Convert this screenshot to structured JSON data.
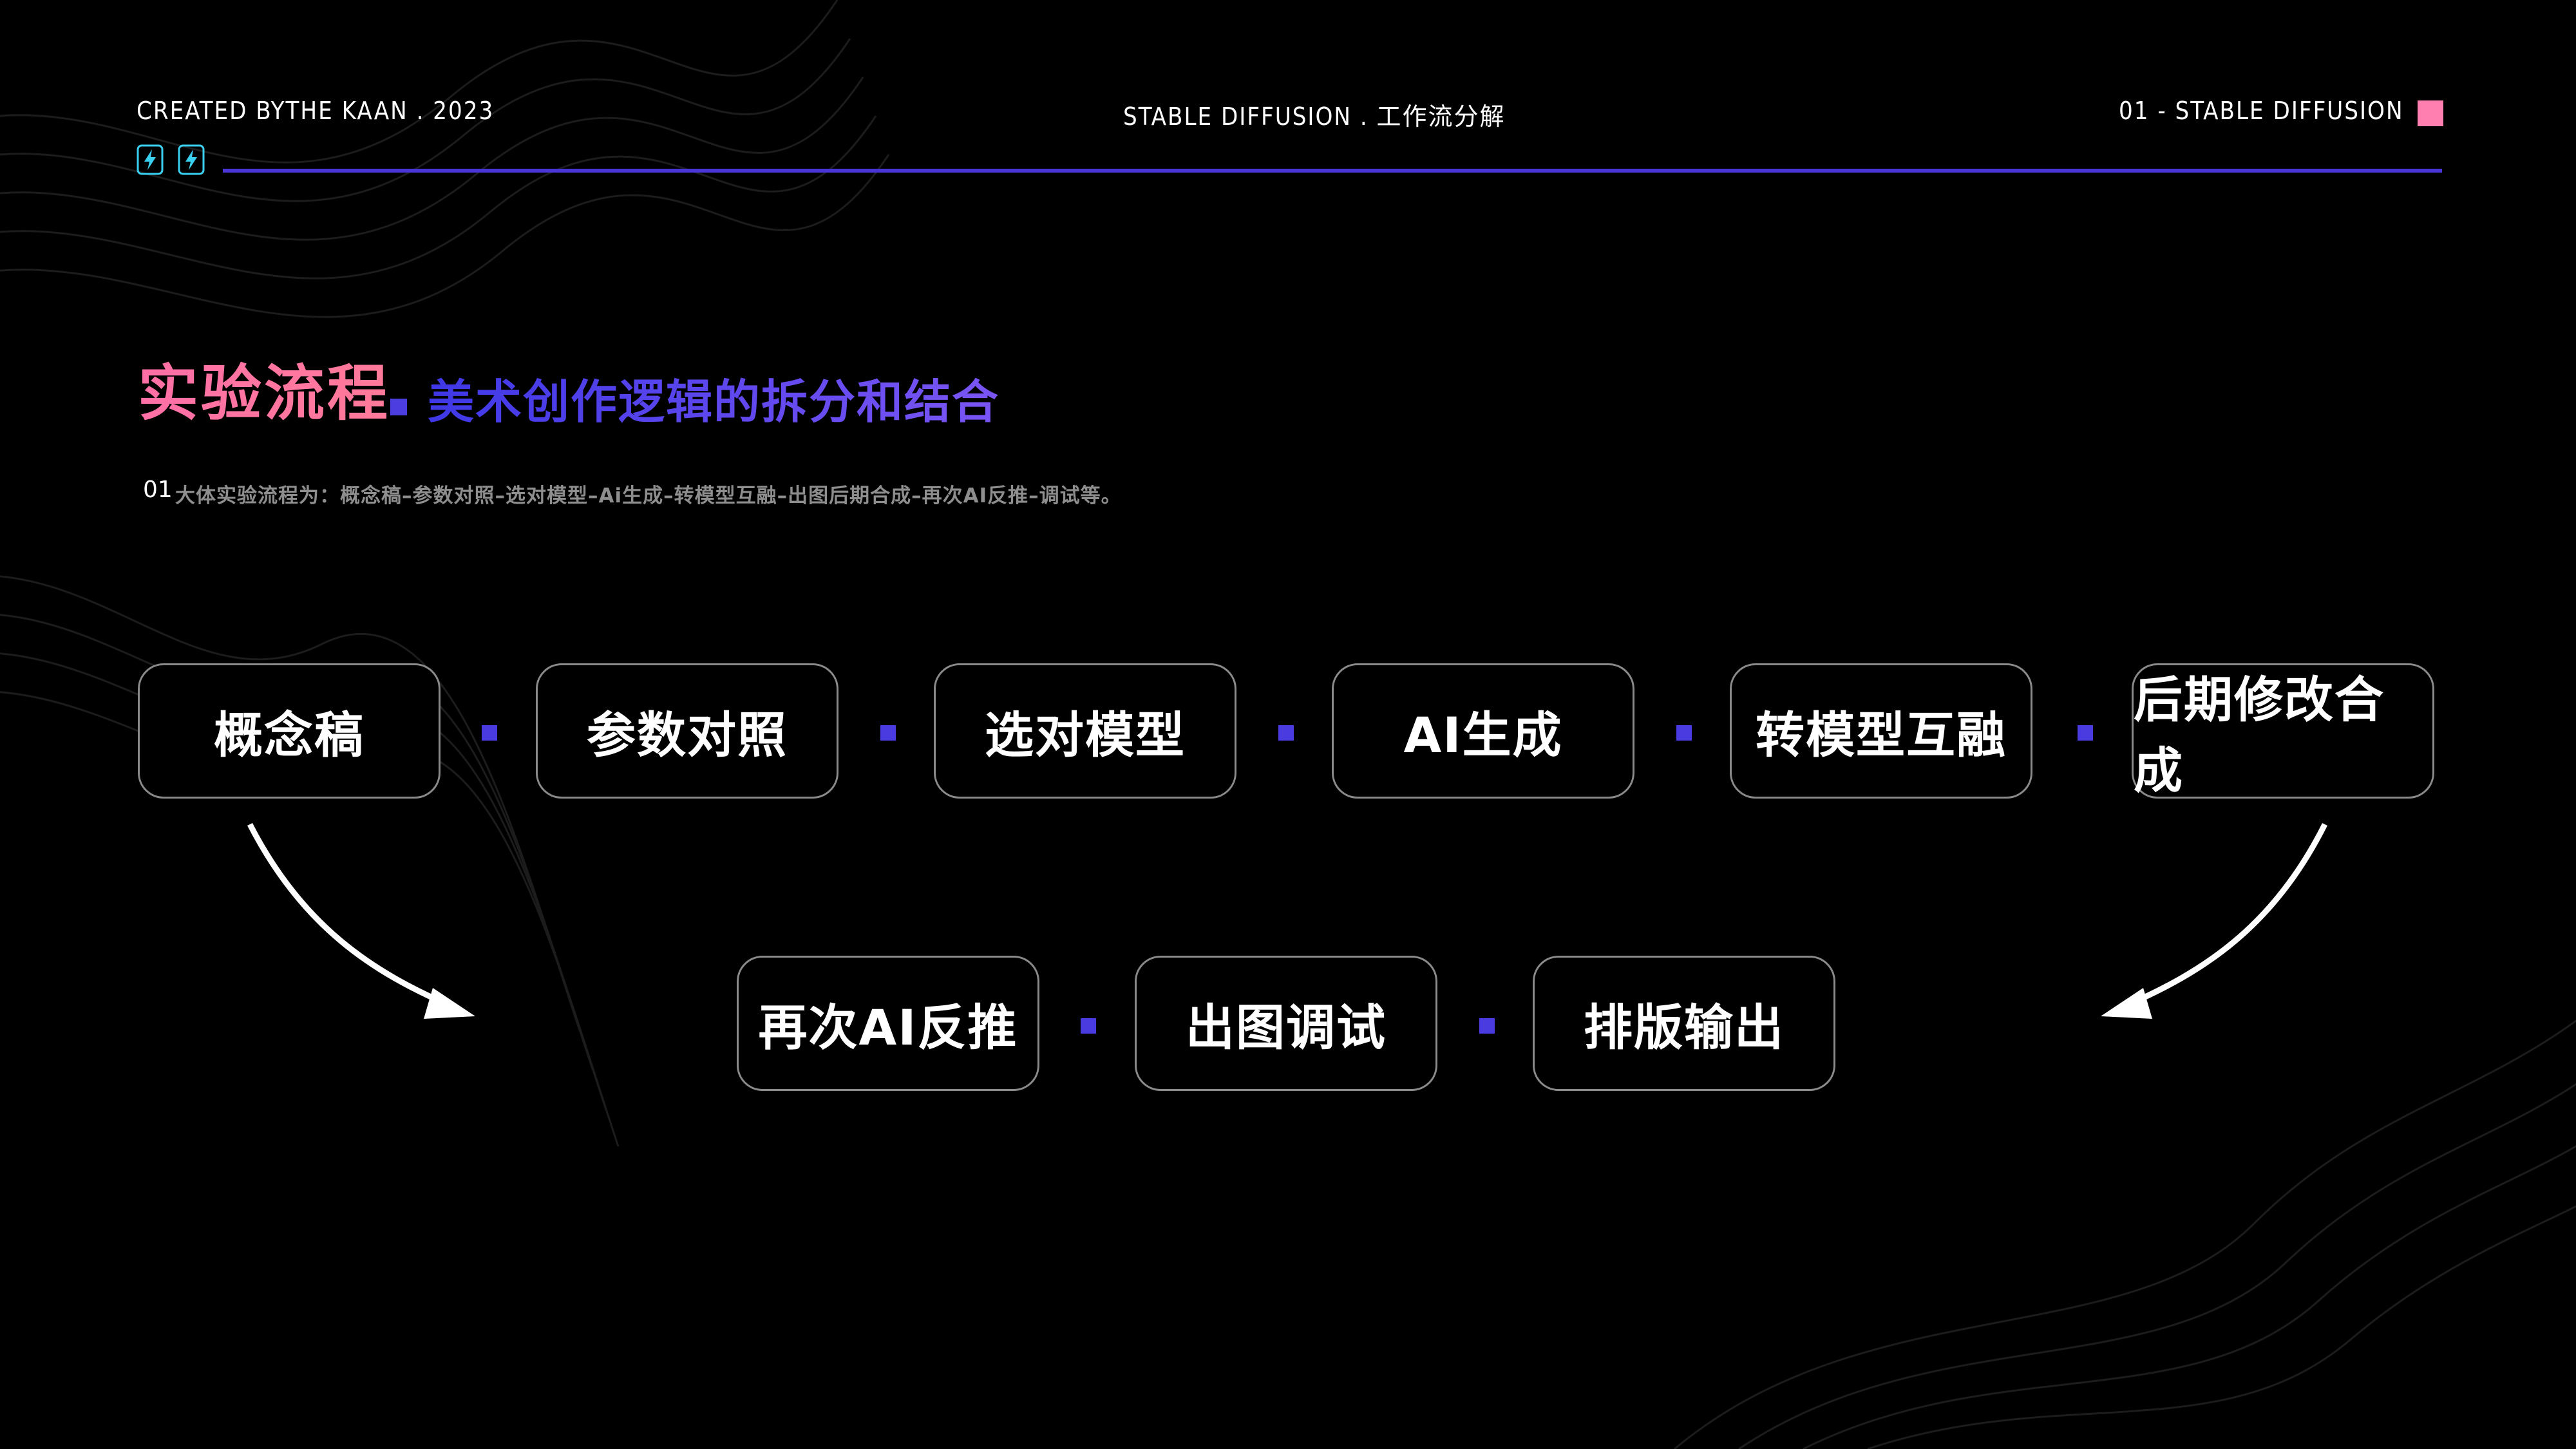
{
  "header": {
    "left": "CREATED BYTHE KAAN . 2023",
    "center": "STABLE DIFFUSION . 工作流分解",
    "right": "01  -  STABLE DIFFUSION",
    "icons": [
      "bolt-icon",
      "bolt-icon"
    ],
    "accent_color": "#4a35d8",
    "marker_color": "#ff7fb0"
  },
  "title": {
    "main": "实验流程",
    "sub": "美术创作逻辑的拆分和结合"
  },
  "description": {
    "number": "01",
    "text": "大体实验流程为：概念稿–参数对照–选对模型–Ai生成–转模型互融–出图后期合成–再次AI反推–调试等。"
  },
  "flow": {
    "row1": [
      "概念稿",
      "参数对照",
      "选对模型",
      "AI生成",
      "转模型互融",
      "后期修改合成"
    ],
    "row2": [
      "再次AI反推",
      "出图调试",
      "排版输出"
    ]
  }
}
